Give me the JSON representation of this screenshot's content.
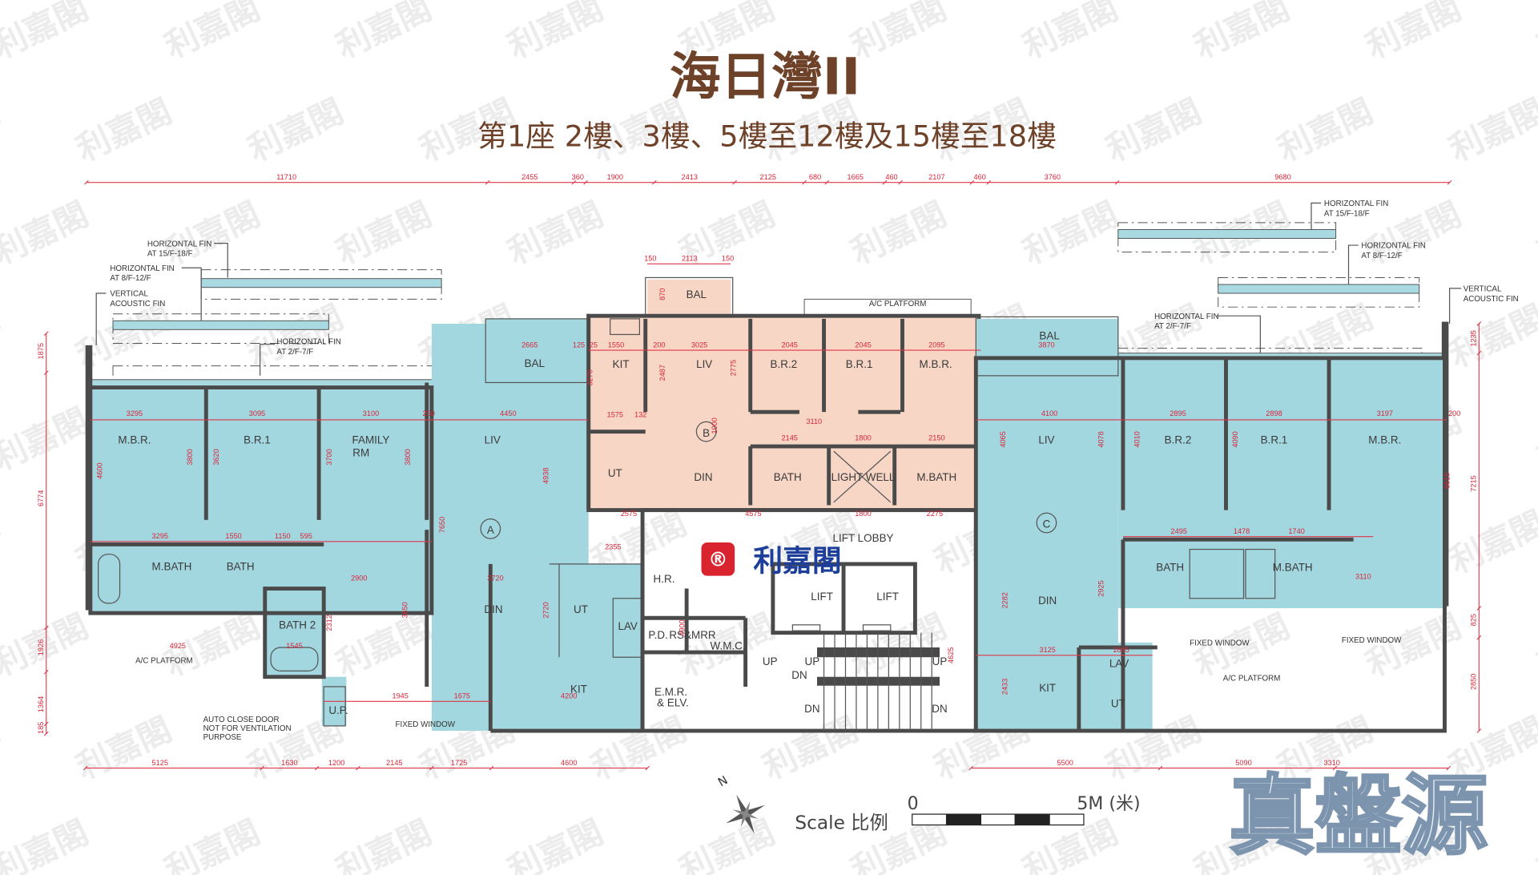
{
  "header": {
    "title": "海日灣II",
    "subtitle": "第1座  2樓、3樓、5樓至12樓及15樓至18樓"
  },
  "colors": {
    "unit_a_c_fill": "#a3d7e0",
    "unit_b_fill": "#f7d6c5",
    "dimension_red": "#e0364a",
    "wall": "#4a4a4a",
    "title_brown": "#6e4129"
  },
  "watermark_text": "利嘉閣",
  "logo": {
    "text": "利嘉閣",
    "color": "#1d3f9a",
    "mark_color": "#d9232e"
  },
  "stamp_text": "真盤源",
  "units": {
    "a": {
      "marker": "A",
      "rooms": [
        "M.B.R.",
        "B.R.1",
        "FAMILY",
        "RM",
        "LIV",
        "BAL",
        "M.BATH",
        "BATH",
        "BATH 2",
        "DIN",
        "UT",
        "KIT",
        "LAV",
        "U.P."
      ]
    },
    "b": {
      "marker": "B",
      "rooms": [
        "BAL",
        "KIT",
        "LIV",
        "B.R.2",
        "B.R.1",
        "M.B.R.",
        "UT",
        "DIN",
        "BATH",
        "LIGHT WELL",
        "M.BATH"
      ]
    },
    "core": {
      "rooms": [
        "LIFT LOBBY",
        "LIFT",
        "LIFT",
        "H.R.",
        "P.D.",
        "RS&MRR",
        "W.M.C.",
        "E.M.R.",
        "& ELV.",
        "UP",
        "UP",
        "DN",
        "DN",
        "UP",
        "DN"
      ]
    },
    "c": {
      "marker": "C",
      "rooms": [
        "BAL",
        "LIV",
        "DIN",
        "KIT",
        "LAV",
        "UT",
        "B.R.2",
        "B.R.1",
        "M.B.R.",
        "BATH",
        "M.BATH"
      ]
    }
  },
  "annotations": [
    "HORIZONTAL FIN",
    "AT 15/F-18/F",
    "HORIZONTAL FIN",
    "AT 8/F-12/F",
    "VERTICAL",
    "ACOUSTIC FIN",
    "HORIZONTAL FIN",
    "AT 2/F-7/F",
    "A/C PLATFORM",
    "AUTO CLOSE DOOR",
    "NOT FOR VENTILATION",
    "PURPOSE",
    "FIXED WINDOW",
    "A/C PLATFORM",
    "HORIZONTAL FIN",
    "AT 15/F-18/F",
    "HORIZONTAL FIN",
    "AT 8/F-12/F",
    "HORIZONTAL FIN",
    "AT 2/F-7/F",
    "VERTICAL",
    "ACOUSTIC FIN",
    "FIXED WINDOW",
    "FIXED WINDOW",
    "A/C PLATFORM"
  ],
  "dimensions": {
    "top": [
      "11710",
      "2455",
      "360",
      "1900",
      "2413",
      "2125",
      "680",
      "1665",
      "460",
      "2107",
      "460",
      "3760",
      "9680"
    ],
    "bottom_left": [
      "5125",
      "1630",
      "1200",
      "2145",
      "1725",
      "4600"
    ],
    "bottom_right": [
      "5500",
      "5090",
      "3310"
    ],
    "left": [
      "1875",
      "6774",
      "1926",
      "1364",
      "185"
    ],
    "right": [
      "1235",
      "7215",
      "825",
      "2850"
    ],
    "interior": [
      "3295",
      "3095",
      "3100",
      "250",
      "4450",
      "2665",
      "125",
      "25",
      "1550",
      "200",
      "3025",
      "2045",
      "2045",
      "2095",
      "150",
      "2113",
      "150",
      "870",
      "3270",
      "2487",
      "2775",
      "1575",
      "132",
      "3110",
      "2145",
      "1800",
      "2150",
      "2575",
      "4575",
      "1800",
      "2275",
      "3870",
      "4100",
      "2895",
      "2898",
      "3197",
      "200",
      "4600",
      "3800",
      "3620",
      "3700",
      "3800",
      "3295",
      "1550",
      "1150",
      "595",
      "2900",
      "3720",
      "2355",
      "4925",
      "1545",
      "1945",
      "1675",
      "4200",
      "2495",
      "1478",
      "1740",
      "3110",
      "3125",
      "1845",
      "4010",
      "4090",
      "6615",
      "4065",
      "4078",
      "7650",
      "3650",
      "2312",
      "4938",
      "2720",
      "2433",
      "2925",
      "2282",
      "4900",
      "4625",
      "1000"
    ]
  },
  "compass": {
    "label": "N"
  },
  "scale": {
    "label": "Scale 比例",
    "start": "0",
    "end": "5M (米)",
    "segments": 5
  }
}
